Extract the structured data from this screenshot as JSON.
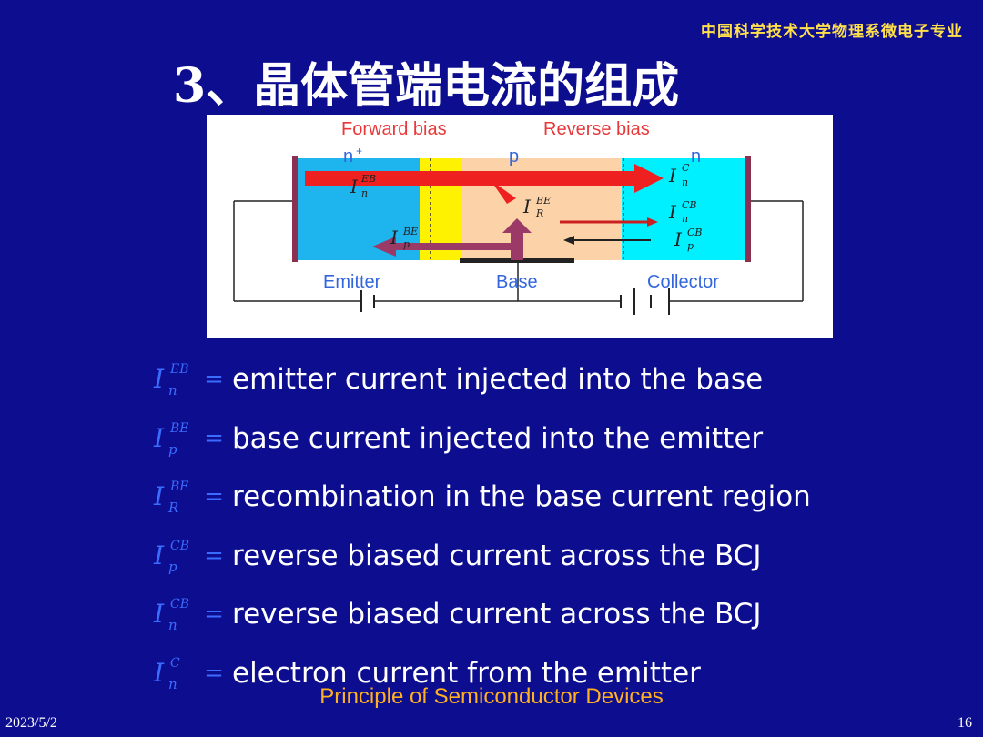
{
  "header_tag": "中国科学技术大学物理系微电子专业",
  "title": "3、晶体管端电流的组成",
  "diagram": {
    "forward_bias": "Forward bias",
    "reverse_bias": "Reverse bias",
    "region_n_plus": "n",
    "region_n_plus_sup": "+",
    "region_p": "p",
    "region_n": "n",
    "emitter": "Emitter",
    "base": "Base",
    "collector": "Collector",
    "currents": [
      {
        "sym": "I",
        "sup": "EB",
        "sub": "n"
      },
      {
        "sym": "I",
        "sup": "BE",
        "sub": "R"
      },
      {
        "sym": "I",
        "sup": "BE",
        "sub": "p"
      },
      {
        "sym": "I",
        "sup": "C",
        "sub": "n"
      },
      {
        "sym": "I",
        "sup": "CB",
        "sub": "n"
      },
      {
        "sym": "I",
        "sup": "CB",
        "sub": "p"
      }
    ]
  },
  "definitions": [
    {
      "sym": "I",
      "sup": "EB",
      "sub": "n",
      "eq": "=",
      "text": "emitter current injected into the base"
    },
    {
      "sym": "I",
      "sup": "BE",
      "sub": "p",
      "eq": "=",
      "text": "base current injected into the emitter"
    },
    {
      "sym": "I",
      "sup": "BE",
      "sub": "R",
      "eq": "=",
      "text": "recombination in the base current region"
    },
    {
      "sym": "I",
      "sup": "CB",
      "sub": "p",
      "eq": "=",
      "text": "reverse biased current across the BCJ"
    },
    {
      "sym": "I",
      "sup": "CB",
      "sub": "n",
      "eq": "=",
      "text": "reverse biased current across the BCJ"
    },
    {
      "sym": "I",
      "sup": "C",
      "sub": "n",
      "eq": "=",
      "text": "electron current from the emitter"
    }
  ],
  "footer": "Principle of Semiconductor Devices",
  "date": "2023/5/2",
  "page_number": "16",
  "colors": {
    "background": "#0d0d8f",
    "header_tag": "#ffe04a",
    "symbol": "#3a6cff",
    "footer": "#ffb020"
  }
}
